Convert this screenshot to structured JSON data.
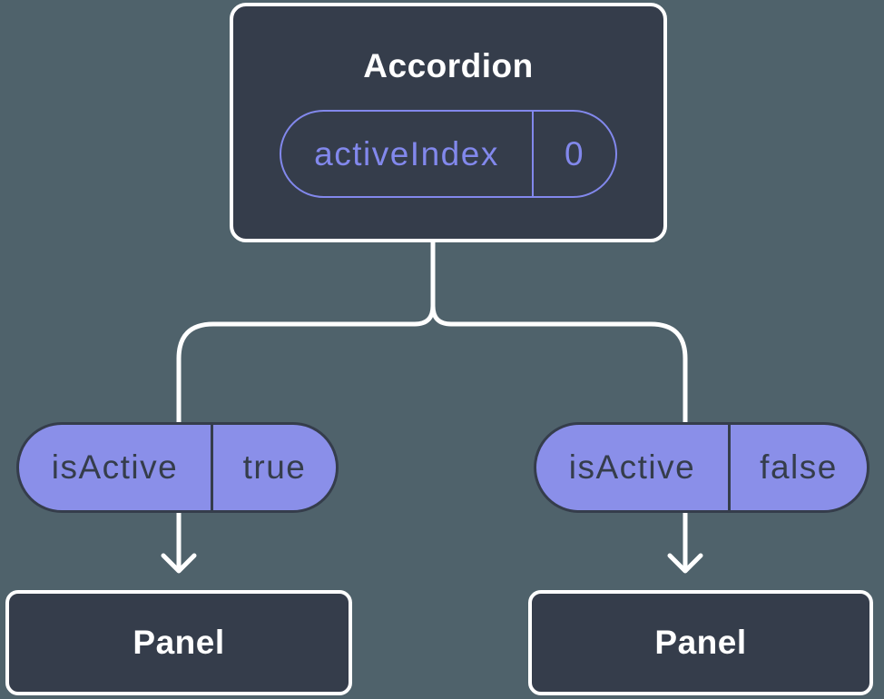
{
  "colors": {
    "background": "#4F626B",
    "node_fill": "#353D4B",
    "node_border": "#FFFFFF",
    "pill_fill": "#8A8FE9",
    "accent_purple": "#8288EC",
    "dark_text": "#353D4B",
    "white_text": "#FFFFFF",
    "connector": "#FFFFFF"
  },
  "tree": {
    "root": {
      "title": "Accordion",
      "prop": {
        "name": "activeIndex",
        "value": "0"
      }
    },
    "branches": [
      {
        "prop": {
          "name": "isActive",
          "value": "true"
        },
        "child": {
          "title": "Panel"
        }
      },
      {
        "prop": {
          "name": "isActive",
          "value": "false"
        },
        "child": {
          "title": "Panel"
        }
      }
    ]
  }
}
